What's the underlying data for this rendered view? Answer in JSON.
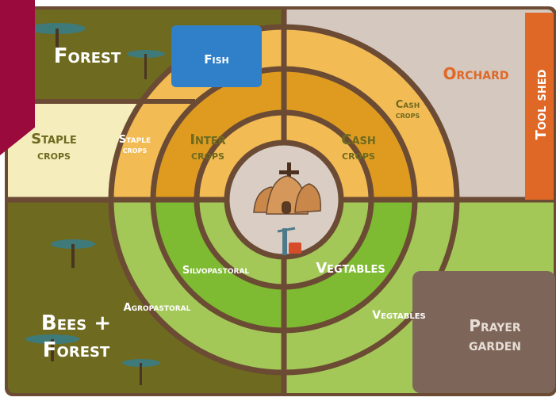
{
  "map": {
    "zones": {
      "forest": "Forest",
      "fish": "Fish",
      "orchard": "Orchard",
      "tool_shed": "Tool shed",
      "staple_outer": [
        "Staple",
        "crops"
      ],
      "staple_inner": [
        "Staple",
        "crops"
      ],
      "inter_crops": [
        "Inter",
        "crops"
      ],
      "cash_crops_inner": [
        "Cash",
        "crops"
      ],
      "cash_crops_outer": [
        "Cash",
        "crops"
      ],
      "silvopastoral": "Silvopastoral",
      "agropastoral": "Agropastoral",
      "vegetables_inner": "Vegtables",
      "vegetables_outer": "Vegtables",
      "bees_forest": [
        "Bees +",
        "Forest"
      ],
      "prayer_garden": [
        "Prayer",
        "garden"
      ]
    }
  },
  "icons": {
    "center": [
      "cross-icon",
      "huts-icon",
      "water-pump-icon"
    ],
    "trees": "acacia-tree-icon",
    "corner": "bookmark-ribbon-icon"
  },
  "colors": {
    "forest_olive": "#6e6a1f",
    "orchard_gray": "#d4c8bf",
    "tool_shed_orange": "#e06827",
    "fish_blue": "#2f80c8",
    "outer_ring_yellow": "#f3bb54",
    "middle_ring_orange": "#de9b20",
    "outer_ring_green": "#a3c858",
    "middle_ring_green": "#7eba32",
    "ring_border_brown": "#6b4b34",
    "staple_cream": "#f6edbc",
    "prayer_brown": "#7d6659",
    "bookmark": "#9a0a3c"
  }
}
